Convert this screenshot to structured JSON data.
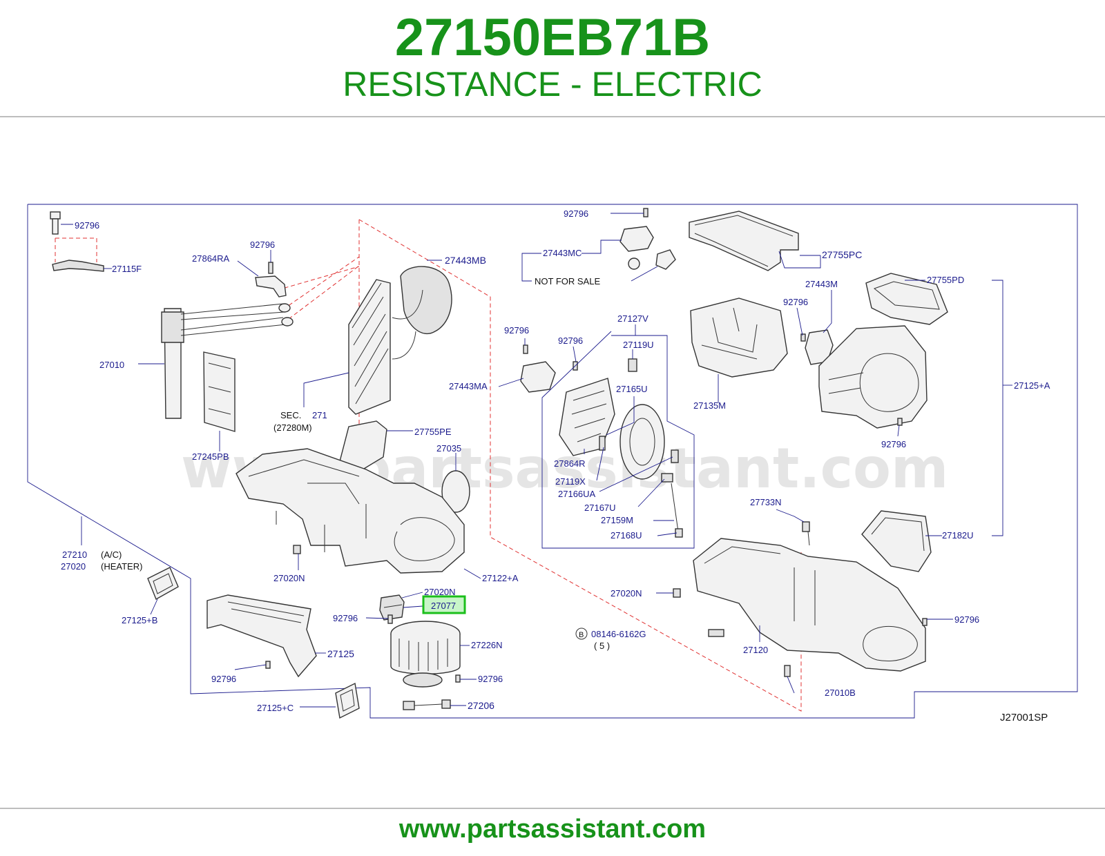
{
  "header": {
    "part_number": "27150EB71B",
    "description": "RESISTANCE - ELECTRIC"
  },
  "footer": {
    "url": "www.partsassistant.com"
  },
  "diagram": {
    "code": "J27001SP",
    "watermark": "www.partsassistant.com",
    "highlighted_part": "27077",
    "notes": {
      "sec": "SEC.",
      "sec_num": "271",
      "sec_sub": "(27280M)",
      "ac": "(A/C)",
      "heater": "(HEATER)",
      "not_for_sale": "NOT   FOR   SALE",
      "b_marker": "B",
      "b_count": "(    5    )"
    },
    "labels": {
      "l92796_a": "92796",
      "l27115F": "27115F",
      "l27864RA": "27864RA",
      "l92796_b": "92796",
      "l27443MB": "27443MB",
      "l92796_c": "92796",
      "l27443MC": "27443MC",
      "l27755PC": "27755PC",
      "l27010": "27010",
      "l27245PB": "27245PB",
      "l27755PE": "27755PE",
      "l27035": "27035",
      "l27443MA": "27443MA",
      "l92796_d": "92796",
      "l92796_e": "92796",
      "l27127V": "27127V",
      "l27119U": "27119U",
      "l27165U": "27165U",
      "l27864R": "27864R",
      "l27119X": "27119X",
      "l27166UA": "27166UA",
      "l27167U": "27167U",
      "l27159M": "27159M",
      "l27168U": "27168U",
      "l27443M": "27443M",
      "l92796_f": "92796",
      "l27755PD": "27755PD",
      "l27135M": "27135M",
      "l27125A": "27125+A",
      "l92796_g": "92796",
      "l27733N": "27733N",
      "l27182U": "27182U",
      "l27210": "27210",
      "l27020": "27020",
      "l27020N_a": "27020N",
      "l27122A": "27122+A",
      "l27020N_b": "27020N",
      "l27077": "27077",
      "l92796_h": "92796",
      "l27226N": "27226N",
      "l92796_i": "92796",
      "l27206": "27206",
      "l27125B": "27125+B",
      "l27125": "27125",
      "l92796_j": "92796",
      "l27125C": "27125+C",
      "l27020N_c": "27020N",
      "l08146": "08146-6162G",
      "l27120": "27120",
      "l27010B": "27010B",
      "l92796_k": "92796"
    }
  },
  "colors": {
    "title_green": "#17921a",
    "label_blue": "#1a1a8c",
    "highlight_green": "#1bbf1b",
    "highlight_fill": "#c8f5c8",
    "leader_blue": "#1a1a8c",
    "dash_red": "#e03030"
  }
}
